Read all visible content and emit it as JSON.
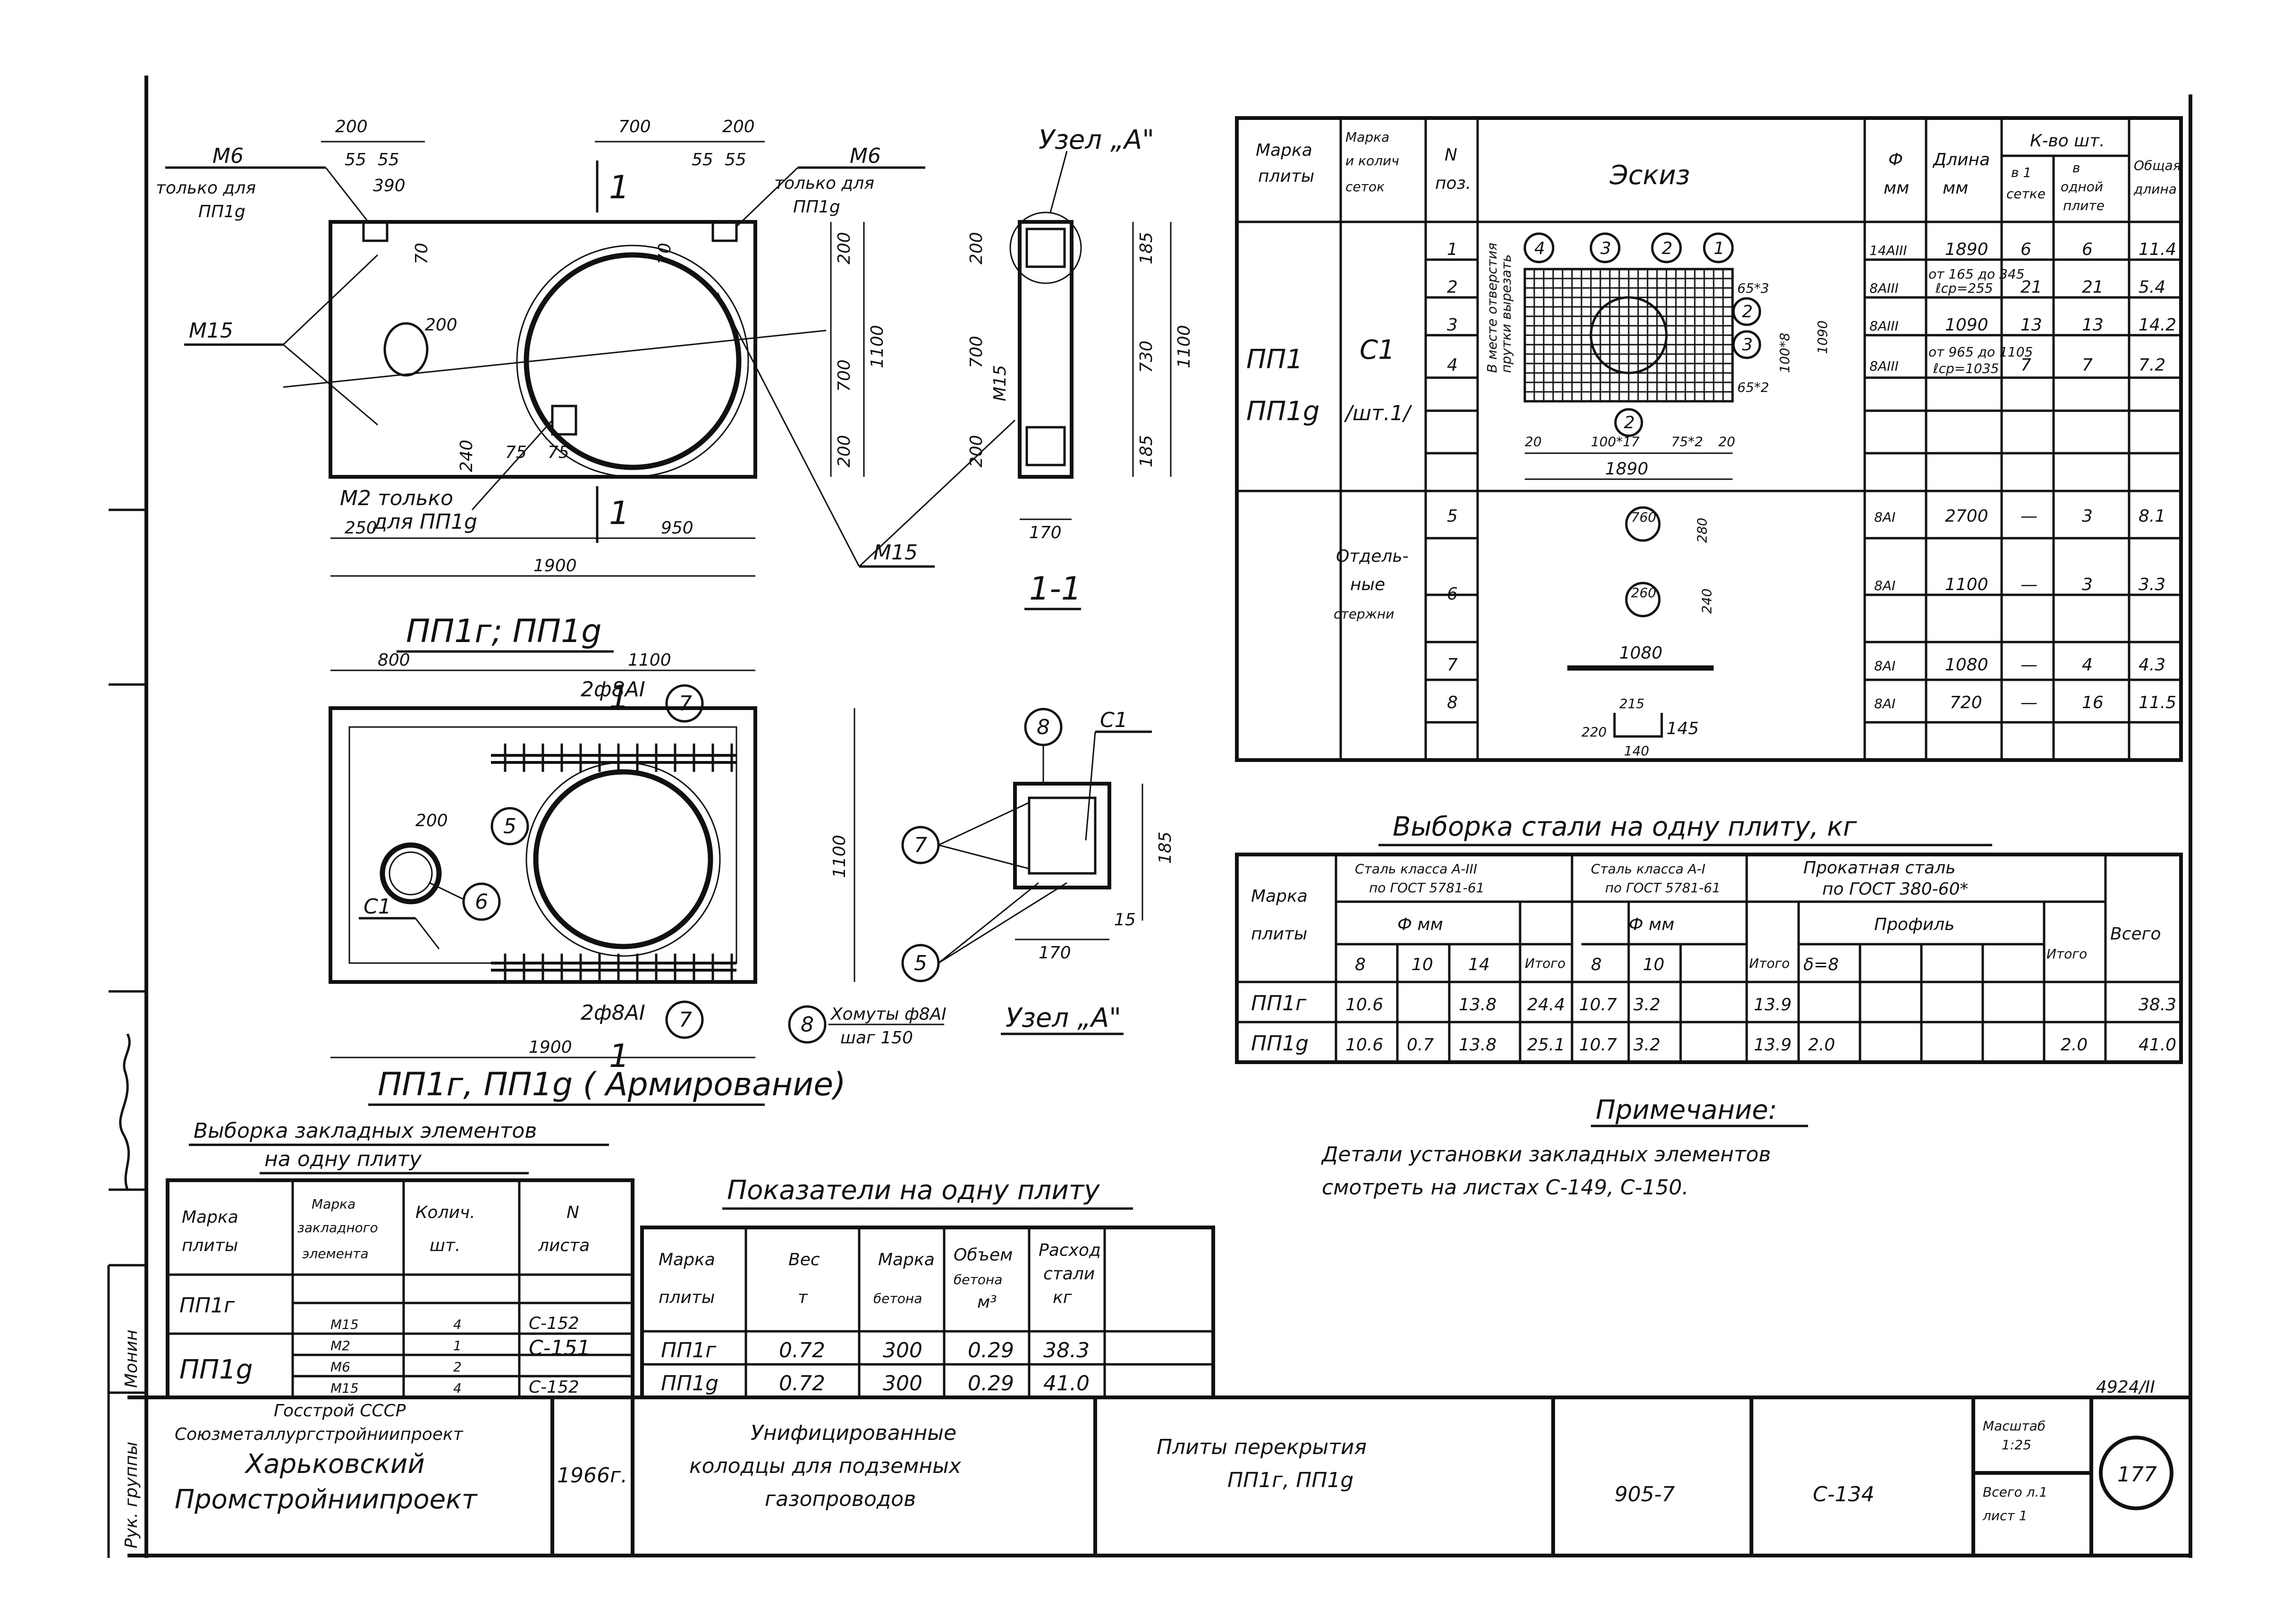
{
  "drawing": {
    "plan_title": "ПП1г; ПП1g",
    "rebar_title": "ПП1г, ПП1g ( Армирование)",
    "section_label": "1-1",
    "node_label": "Узел „А\"",
    "node_label2": "Узел „А\"",
    "section_mark": "1",
    "notes_m6_left": [
      "М6",
      "только для",
      "ПП1g"
    ],
    "notes_m6_right": [
      "М6",
      "только для",
      "ПП1g"
    ],
    "m15": "М15",
    "m2_note": [
      "М2 только",
      "для ПП1g"
    ],
    "dims": {
      "d200": "200",
      "d55": "55",
      "d390": "390",
      "d70": "70",
      "d700": "700",
      "d1100": "1100",
      "d250": "250",
      "d950": "950",
      "d1900": "1900",
      "d800": "800",
      "d240": "240",
      "d75": "75",
      "d185": "185",
      "d730": "730",
      "d170": "170",
      "d15": "15"
    },
    "rebar_labels": {
      "top_bars": "2ф8АI",
      "bottom_bars": "2ф8АI",
      "c1": "С1",
      "stirrups": [
        "Хомуты ф8АI",
        "шаг 150"
      ]
    },
    "callouts": [
      "5",
      "6",
      "7",
      "8"
    ]
  },
  "mesh_table": {
    "headers": {
      "mark": [
        "Марка",
        "плиты"
      ],
      "mesh": [
        "Марка",
        "и колич",
        "сеток"
      ],
      "pos": [
        "N",
        "поз."
      ],
      "sketch": "Эскиз",
      "dia": [
        "Ф",
        "мм"
      ],
      "length": [
        "Длина",
        "мм"
      ],
      "qty": "К-во шт.",
      "qty_mesh": [
        "в 1",
        "сетке"
      ],
      "qty_plate": [
        "в",
        "одной",
        "плите"
      ],
      "total": [
        "Общая",
        "длина"
      ]
    },
    "plate_mark": [
      "ПП1",
      "ПП1g"
    ],
    "mesh_group": [
      "С1",
      "/шт.1/"
    ],
    "separate_group": [
      "Отдель-",
      "ные",
      "стержни"
    ],
    "rows": [
      {
        "pos": "1",
        "dia": "14АIII",
        "length": "1890",
        "mesh": "6",
        "plate": "6",
        "total": "11.4"
      },
      {
        "pos": "2",
        "dia": "8АIII",
        "length": [
          "от 165 до 345",
          "ℓср=255"
        ],
        "mesh": "21",
        "plate": "21",
        "total": "5.4"
      },
      {
        "pos": "3",
        "dia": "8АIII",
        "length": "1090",
        "mesh": "13",
        "plate": "13",
        "total": "14.2"
      },
      {
        "pos": "4",
        "dia": "8АIII",
        "length": [
          "от 965 до 1105",
          "ℓср=1035"
        ],
        "mesh": "7",
        "plate": "7",
        "total": "7.2"
      },
      {
        "pos": "5",
        "dia": "8АI",
        "length": "2700",
        "mesh": "—",
        "plate": "3",
        "total": "8.1"
      },
      {
        "pos": "6",
        "dia": "8АI",
        "length": "1100",
        "mesh": "—",
        "plate": "3",
        "total": "3.3"
      },
      {
        "pos": "7",
        "dia": "8АI",
        "length": "1080",
        "mesh": "—",
        "plate": "4",
        "total": "4.3"
      },
      {
        "pos": "8",
        "dia": "8АI",
        "length": "720",
        "mesh": "—",
        "plate": "16",
        "total": "11.5"
      }
    ],
    "sketch_labels": {
      "opening_note": [
        "В месте отверстия",
        "прутки вырезать"
      ],
      "d65x3": "65*3",
      "d100x8": "100*8",
      "d1090": "1090",
      "d65x2": "65*2",
      "d20": "20",
      "d100x17": "100*17",
      "d75x2": "75*2",
      "d1890": "1890",
      "r760": "760",
      "r280": "280",
      "r240": "240",
      "r260": "260",
      "d1080": "1080",
      "d215": "215",
      "d145": "145",
      "d220": "220",
      "d140": "140"
    }
  },
  "steel_table": {
    "title": "Выборка стали на одну плиту, кг",
    "headers": {
      "mark": [
        "Марка",
        "плиты"
      ],
      "a3": [
        "Сталь класса А-III",
        "по ГОСТ 5781-61"
      ],
      "a1": [
        "Сталь класса А-I",
        "по ГОСТ 5781-61"
      ],
      "rolled": [
        "Прокатная сталь",
        "по ГОСТ 380-60*"
      ],
      "phi": "Ф мм",
      "profile": "Профиль",
      "itogo": "Итого",
      "vsego": "Всего",
      "d8": "8",
      "d10": "10",
      "d14": "14",
      "delta": "δ=8"
    },
    "rows": [
      {
        "mark": "ПП1г",
        "a3_8": "10.6",
        "a3_10": "",
        "a3_14": "13.8",
        "a3_tot": "24.4",
        "a1_8": "10.7",
        "a1_10": "3.2",
        "a1_tot": "13.9",
        "prof": "",
        "prof_tot": "",
        "total": "38.3"
      },
      {
        "mark": "ПП1g",
        "a3_8": "10.6",
        "a3_10": "0.7",
        "a3_14": "13.8",
        "a3_tot": "25.1",
        "a1_8": "10.7",
        "a1_10": "3.2",
        "a1_tot": "13.9",
        "prof": "2.0",
        "prof_tot": "2.0",
        "total": "41.0"
      }
    ]
  },
  "note": {
    "title": "Примечание:",
    "lines": [
      "Детали установки закладных элементов",
      "смотреть на листах С-149, С-150."
    ]
  },
  "embedded_table": {
    "title": [
      "Выборка закладных элементов",
      "на одну плиту"
    ],
    "headers": {
      "mark": [
        "Марка",
        "плиты"
      ],
      "element": [
        "Марка",
        "закладного",
        "элемента"
      ],
      "qty": [
        "Колич.",
        "шт."
      ],
      "sheet": [
        "N",
        "листа"
      ]
    },
    "rows": [
      {
        "plate": "ПП1г",
        "element": "М15",
        "qty": "4",
        "sheet": "С-152"
      },
      {
        "plate": "ПП1g",
        "element": "М2",
        "qty": "1",
        "sheet": "С-151"
      },
      {
        "plate": "",
        "element": "М6",
        "qty": "2",
        "sheet": "С-151"
      },
      {
        "plate": "",
        "element": "М15",
        "qty": "4",
        "sheet": "С-152"
      }
    ]
  },
  "indicators_table": {
    "title": "Показатели на одну плиту",
    "headers": {
      "mark": [
        "Марка",
        "плиты"
      ],
      "weight": [
        "Вес",
        "т"
      ],
      "grade": [
        "Марка",
        "бетона"
      ],
      "volume": [
        "Объем",
        "бетона",
        "м³"
      ],
      "steel": [
        "Расход",
        "стали",
        "кг"
      ]
    },
    "rows": [
      {
        "mark": "ПП1г",
        "weight": "0.72",
        "grade": "300",
        "volume": "0.29",
        "steel": "38.3"
      },
      {
        "mark": "ПП1g",
        "weight": "0.72",
        "grade": "300",
        "volume": "0.29",
        "steel": "41.0"
      }
    ]
  },
  "title_block": {
    "org": [
      "Госстрой СССР",
      "Союзметаллургстройниипроект",
      "Харьковский",
      "Промстройниипроект"
    ],
    "year": "1966г.",
    "project": [
      "Унифицированные",
      "колодцы для подземных",
      "газопроводов"
    ],
    "drawing": [
      "Плиты перекрытия",
      "ПП1г, ПП1g"
    ],
    "series": "905-7",
    "sheet_code": "С-134",
    "scale": [
      "Масштаб",
      "1:25"
    ],
    "sheets": [
      "Всего л.1",
      "лист 1"
    ],
    "page": "177",
    "archive": "4924/II",
    "side_stamp": [
      "Рук. группы",
      "Монин"
    ]
  }
}
